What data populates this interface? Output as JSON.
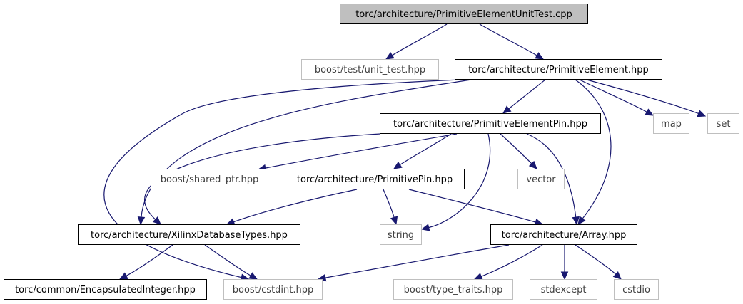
{
  "colors": {
    "edge": "#191970",
    "root_fill": "#bfbfbf",
    "node_fill": "#ffffff",
    "internal_stroke": "#000000",
    "external_stroke": "#bfbfbf",
    "internal_text": "#000000",
    "external_text": "#404040"
  },
  "nodes": [
    {
      "id": "root",
      "label": "torc/architecture/PrimitiveElementUnitTest.cpp",
      "kind": "root"
    },
    {
      "id": "unit_test",
      "label": "boost/test/unit_test.hpp",
      "kind": "external"
    },
    {
      "id": "prim_elem",
      "label": "torc/architecture/PrimitiveElement.hpp",
      "kind": "internal"
    },
    {
      "id": "map",
      "label": "map",
      "kind": "external"
    },
    {
      "id": "set",
      "label": "set",
      "kind": "external"
    },
    {
      "id": "prim_elem_pin",
      "label": "torc/architecture/PrimitiveElementPin.hpp",
      "kind": "internal"
    },
    {
      "id": "shared_ptr",
      "label": "boost/shared_ptr.hpp",
      "kind": "external"
    },
    {
      "id": "prim_pin",
      "label": "torc/architecture/PrimitivePin.hpp",
      "kind": "internal"
    },
    {
      "id": "vector",
      "label": "vector",
      "kind": "external"
    },
    {
      "id": "xdb_types",
      "label": "torc/architecture/XilinxDatabaseTypes.hpp",
      "kind": "internal"
    },
    {
      "id": "string",
      "label": "string",
      "kind": "external"
    },
    {
      "id": "array",
      "label": "torc/architecture/Array.hpp",
      "kind": "internal"
    },
    {
      "id": "encap_int",
      "label": "torc/common/EncapsulatedInteger.hpp",
      "kind": "internal"
    },
    {
      "id": "cstdint",
      "label": "boost/cstdint.hpp",
      "kind": "external"
    },
    {
      "id": "type_traits",
      "label": "boost/type_traits.hpp",
      "kind": "external"
    },
    {
      "id": "stdexcept",
      "label": "stdexcept",
      "kind": "external"
    },
    {
      "id": "cstdio",
      "label": "cstdio",
      "kind": "external"
    }
  ],
  "edges": [
    {
      "from": "root",
      "to": "unit_test"
    },
    {
      "from": "root",
      "to": "prim_elem"
    },
    {
      "from": "prim_elem",
      "to": "prim_elem_pin"
    },
    {
      "from": "prim_elem",
      "to": "map"
    },
    {
      "from": "prim_elem",
      "to": "set"
    },
    {
      "from": "prim_elem",
      "to": "array"
    },
    {
      "from": "prim_elem",
      "to": "xdb_types"
    },
    {
      "from": "prim_elem",
      "to": "cstdint"
    },
    {
      "from": "prim_elem_pin",
      "to": "shared_ptr"
    },
    {
      "from": "prim_elem_pin",
      "to": "prim_pin"
    },
    {
      "from": "prim_elem_pin",
      "to": "vector"
    },
    {
      "from": "prim_elem_pin",
      "to": "string"
    },
    {
      "from": "prim_elem_pin",
      "to": "array"
    },
    {
      "from": "prim_elem_pin",
      "to": "xdb_types"
    },
    {
      "from": "prim_pin",
      "to": "xdb_types"
    },
    {
      "from": "prim_pin",
      "to": "string"
    },
    {
      "from": "prim_pin",
      "to": "array"
    },
    {
      "from": "xdb_types",
      "to": "encap_int"
    },
    {
      "from": "xdb_types",
      "to": "cstdint"
    },
    {
      "from": "array",
      "to": "cstdint"
    },
    {
      "from": "array",
      "to": "type_traits"
    },
    {
      "from": "array",
      "to": "stdexcept"
    },
    {
      "from": "array",
      "to": "cstdio"
    }
  ]
}
